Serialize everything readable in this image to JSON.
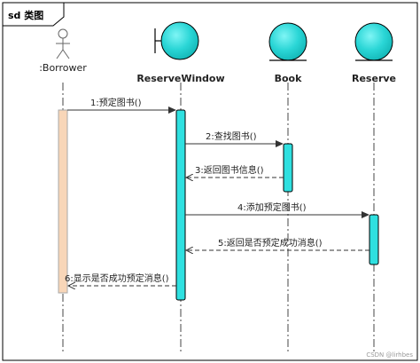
{
  "frame": {
    "title": "sd 类图"
  },
  "participants": [
    {
      "id": "borrower",
      "name": ":Borrower",
      "kind": "actor"
    },
    {
      "id": "window",
      "name": "ReserveWindow",
      "kind": "boundary"
    },
    {
      "id": "book",
      "name": "Book",
      "kind": "entity"
    },
    {
      "id": "reserve",
      "name": "Reserve",
      "kind": "entity"
    }
  ],
  "messages": [
    {
      "id": "m1",
      "label": "1:预定图书()",
      "from": "borrower",
      "to": "window",
      "type": "call"
    },
    {
      "id": "m2",
      "label": "2:查找图书()",
      "from": "window",
      "to": "book",
      "type": "call"
    },
    {
      "id": "m3",
      "label": "3:返回图书信息()",
      "from": "book",
      "to": "window",
      "type": "return"
    },
    {
      "id": "m4",
      "label": "4:添加预定图书()",
      "from": "window",
      "to": "reserve",
      "type": "call"
    },
    {
      "id": "m5",
      "label": "5:返回是否预定成功消息()",
      "from": "reserve",
      "to": "window",
      "type": "return"
    },
    {
      "id": "m6",
      "label": "6:显示是否成功预定消息()",
      "from": "window",
      "to": "borrower",
      "type": "return"
    }
  ],
  "colors": {
    "lifeline_fill": "#2fe0e0",
    "lifeline_stroke": "#000000",
    "actor_activation_fill": "#f8d6b8",
    "actor_activation_stroke": "#a8a8a8",
    "frame_stroke": "#000000",
    "message_stroke": "#333333"
  },
  "watermark": "CSDN @lirhbes"
}
